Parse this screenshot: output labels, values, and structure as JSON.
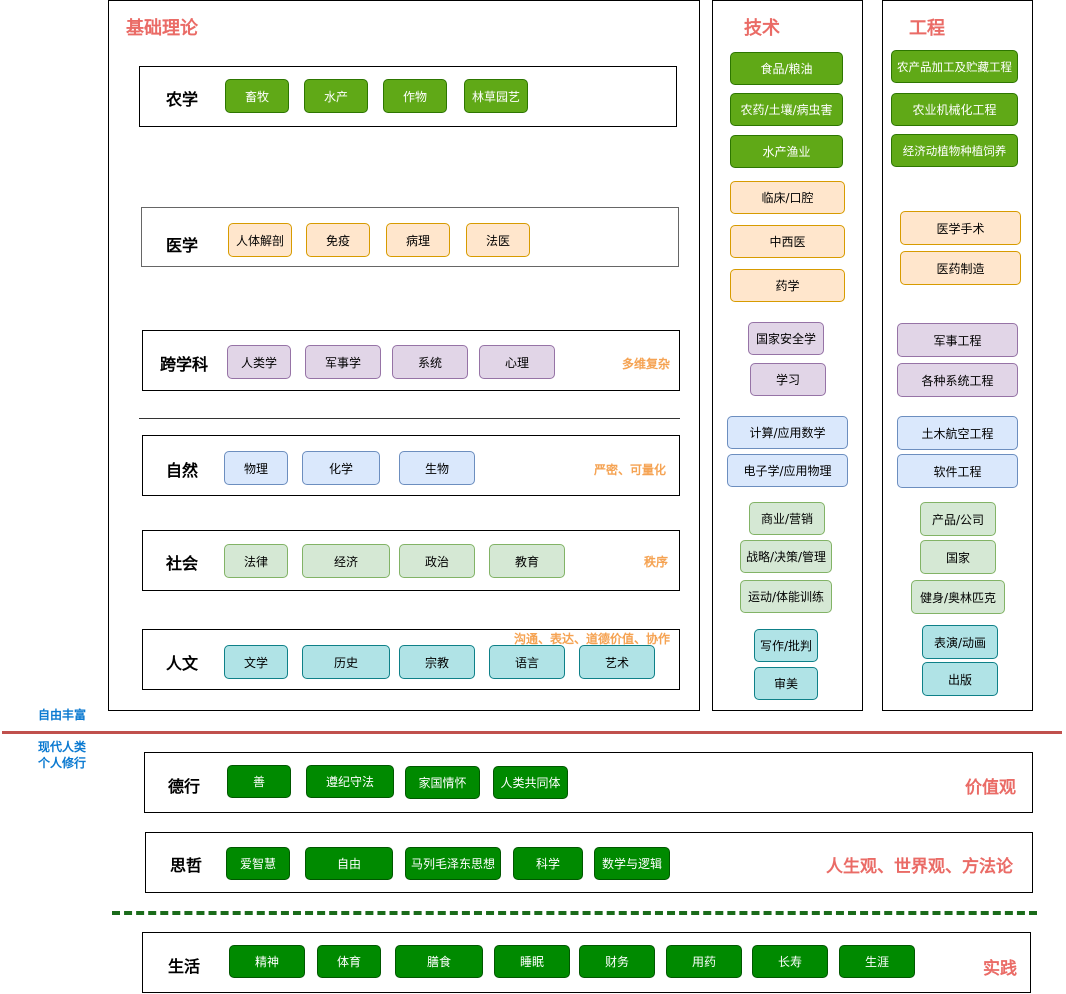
{
  "panels": {
    "basic": "基础理论",
    "tech": "技术",
    "eng": "工程"
  },
  "rows": {
    "agri": {
      "label": "农学",
      "items": [
        "畜牧",
        "水产",
        "作物",
        "林草园艺"
      ]
    },
    "med": {
      "label": "医学",
      "items": [
        "人体解剖",
        "免疫",
        "病理",
        "法医"
      ]
    },
    "cross": {
      "label": "跨学科",
      "items": [
        "人类学",
        "军事学",
        "系统",
        "心理"
      ],
      "note": "多维复杂"
    },
    "nat": {
      "label": "自然",
      "items": [
        "物理",
        "化学",
        "生物"
      ],
      "note": "严密、可量化"
    },
    "soc": {
      "label": "社会",
      "items": [
        "法律",
        "经济",
        "政治",
        "教育"
      ],
      "note": "秩序"
    },
    "hum": {
      "label": "人文",
      "items": [
        "文学",
        "历史",
        "宗教",
        "语言",
        "艺术"
      ],
      "note": "沟通、表达、道德价值、协作"
    }
  },
  "tech": [
    "食品/粮油",
    "农药/土壤/病虫害",
    "水产渔业",
    "临床/口腔",
    "中西医",
    "药学",
    "国家安全学",
    "学习",
    "计算/应用数学",
    "电子学/应用物理",
    "商业/营销",
    "战略/决策/管理",
    "运动/体能训练",
    "写作/批判",
    "审美"
  ],
  "eng": [
    "农产品加工及贮藏工程",
    "农业机械化工程",
    "经济动植物种植饲养",
    "医学手术",
    "医药制造",
    "军事工程",
    "各种系统工程",
    "土木航空工程",
    "软件工程",
    "产品/公司",
    "国家",
    "健身/奥林匹克",
    "表演/动画",
    "出版"
  ],
  "side": {
    "top": "自由丰富",
    "bottom1": "现代人类",
    "bottom2": "个人修行"
  },
  "lower": {
    "virtue": {
      "label": "德行",
      "items": [
        "善",
        "遵纪守法",
        "家国情怀",
        "人类共同体"
      ],
      "note": "价值观"
    },
    "phil": {
      "label": "思哲",
      "items": [
        "爱智慧",
        "自由",
        "马列毛泽东思想",
        "科学",
        "数学与逻辑"
      ],
      "note": "人生观、世界观、方法论"
    },
    "life": {
      "label": "生活",
      "items": [
        "精神",
        "体育",
        "膳食",
        "睡眠",
        "财务",
        "用药",
        "长寿",
        "生涯"
      ],
      "note": "实践"
    }
  },
  "colors": {
    "title_red": "#ea6b66",
    "note_orange": "#f5a353",
    "side_blue": "#0b7ad1",
    "divider_red": "#c0504d",
    "dash_green": "#1a6b1a"
  }
}
